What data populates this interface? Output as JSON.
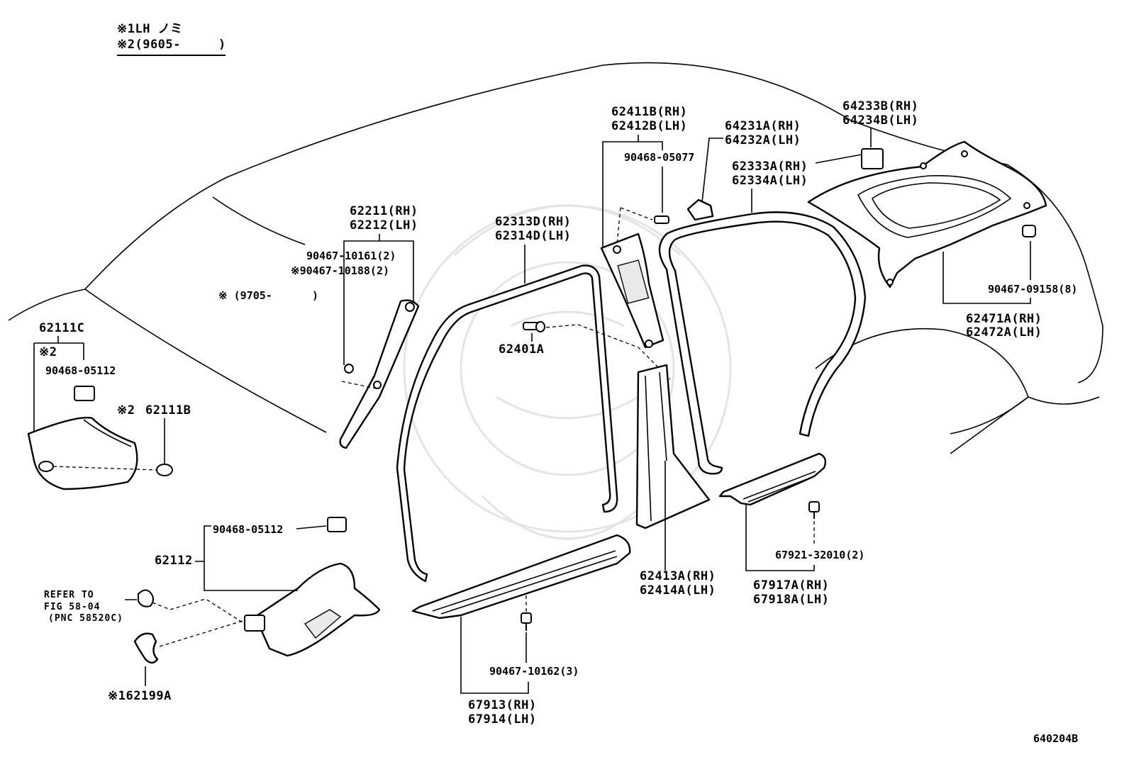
{
  "notes": {
    "note1": "※1LH ノミ",
    "note2_prefix": "※2(9605-",
    "note2_suffix": ")",
    "note3_prefix": "※ (9705-",
    "note3_suffix": ")"
  },
  "labels": {
    "p62111C": "62111C",
    "mark2a": "※2",
    "p90468_05112a": "90468-05112",
    "mark2b": "※2",
    "p62111B": "62111B",
    "p62211": "62211(RH)",
    "p62212": "62212(LH)",
    "p90467_10161": "90467-10161(2)",
    "p90467_10188": "※90467-10188(2)",
    "p62313D": "62313D(RH)",
    "p62314D": "62314D(LH)",
    "p62401A": "62401A",
    "p62411B": "62411B(RH)",
    "p62412B": "62412B(LH)",
    "p90468_05077": "90468-05077",
    "p64231A": "64231A(RH)",
    "p64232A": "64232A(LH)",
    "p62333A": "62333A(RH)",
    "p62334A": "62334A(LH)",
    "p64233B": "64233B(RH)",
    "p64234B": "64234B(LH)",
    "p90467_09158": "90467-09158(8)",
    "p62471A": "62471A(RH)",
    "p62472A": "62472A(LH)",
    "p90468_05112b": "90468-05112",
    "p62112": "62112",
    "refer1": "REFER TO",
    "refer2": "FIG 58-04",
    "refer3": "(PNC 58520C)",
    "p62199A": "※162199A",
    "p62413A": "62413A(RH)",
    "p62414A": "62414A(LH)",
    "p67921": "67921-32010(2)",
    "p67917A": "67917A(RH)",
    "p67918A": "67918A(LH)",
    "p90467_10162": "90467-10162(3)",
    "p67913": "67913(RH)",
    "p67914": "67914(LH)",
    "figure_code": "640204B"
  }
}
